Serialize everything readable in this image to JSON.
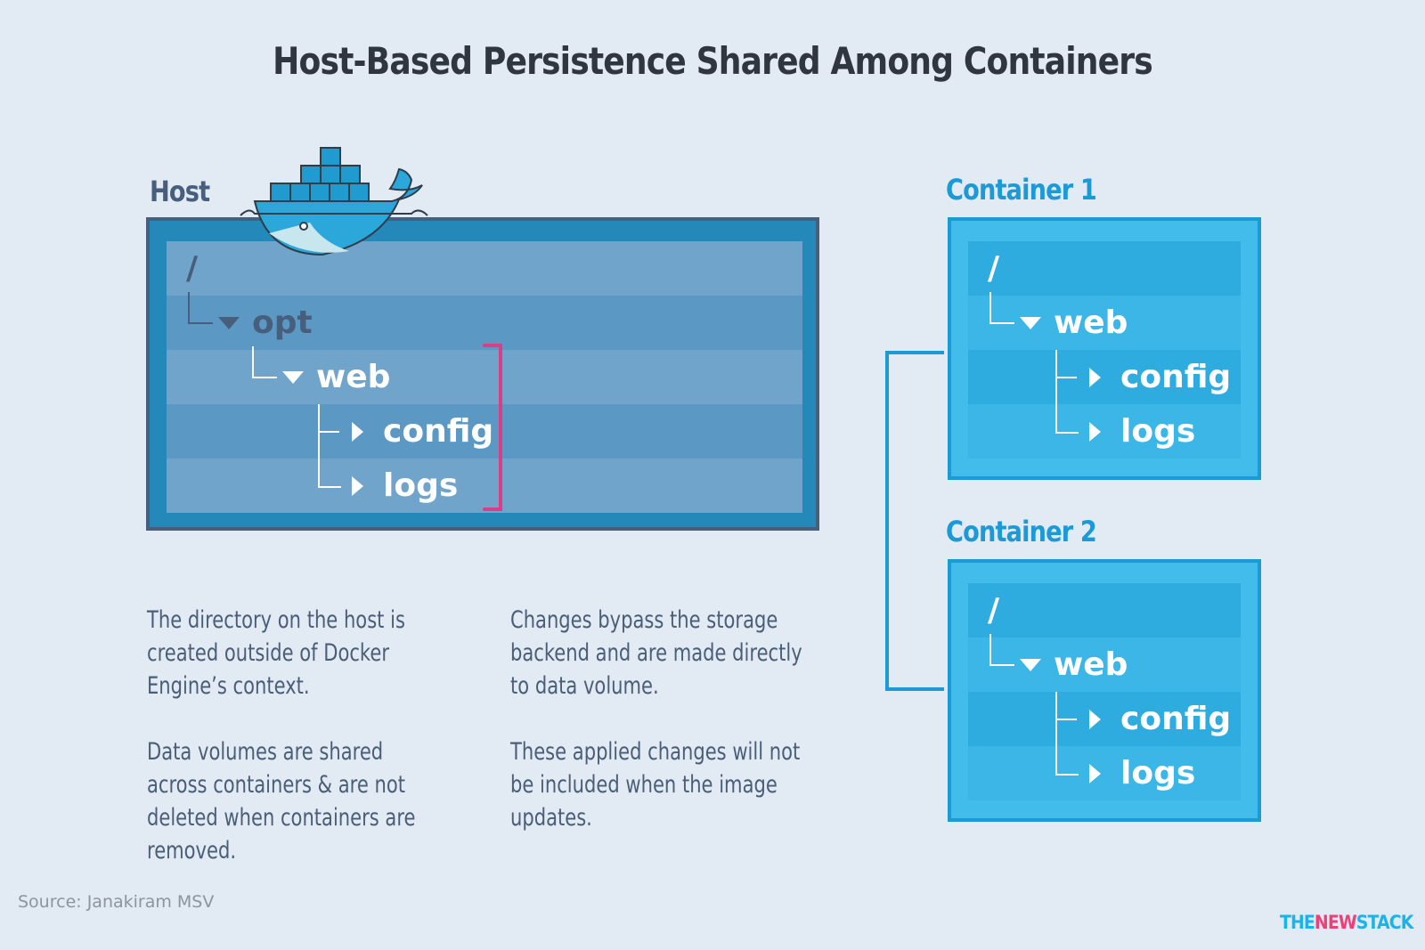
{
  "title": "Host-Based Persistence Shared Among Containers",
  "host": {
    "label": "Host",
    "tree": {
      "root": "/",
      "opt": "opt",
      "web": "web",
      "config": "config",
      "logs": "logs"
    }
  },
  "containers": [
    {
      "label": "Container 1",
      "tree": {
        "root": "/",
        "web": "web",
        "config": "config",
        "logs": "logs"
      }
    },
    {
      "label": "Container 2",
      "tree": {
        "root": "/",
        "web": "web",
        "config": "config",
        "logs": "logs"
      }
    }
  ],
  "descriptions": {
    "left": [
      "The directory on the host is created outside of Docker Engine’s context.",
      "Data volumes are shared across containers & are not deleted when containers are removed."
    ],
    "right": [
      "Changes bypass the storage backend and are made directly to data volume.",
      "These applied changes will not be included when the image updates."
    ]
  },
  "source": "Source: Janakiram MSV",
  "brand": {
    "part1": "THE",
    "part2": "NEW",
    "part3": "STACK"
  },
  "colors": {
    "host_border": "#475f7c",
    "container_blue": "#1b9ad6",
    "bracket_pink": "#e03a83",
    "background": "#e2eaf3"
  }
}
